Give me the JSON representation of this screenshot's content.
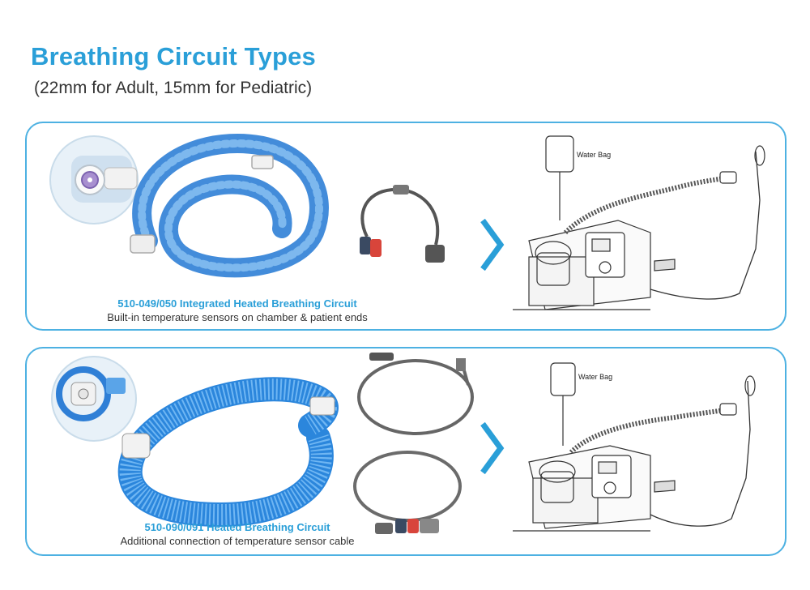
{
  "header": {
    "title": "Breathing Circuit Types",
    "subtitle": "(22mm for Adult, 15mm for Pediatric)"
  },
  "panels": [
    {
      "product_title": "510-049/050  Integrated Heated Breathing Circuit",
      "product_desc": "Built-in temperature sensors on chamber & patient ends",
      "water_bag_label": "Water Bag"
    },
    {
      "product_title": "510-090/091 Heated Breathing Circuit",
      "product_desc": "Additional connection of temperature sensor cable",
      "water_bag_label": "Water Bag"
    }
  ],
  "colors": {
    "accent": "#2a9fd8",
    "border": "#4db1e2",
    "tube_blue": "#3d8fe0",
    "cable_gray": "#555555",
    "connector_red": "#d8453b"
  },
  "icons": [
    "chevron-right-icon",
    "zoom-connector-icon",
    "humidifier-icon",
    "water-bag-icon"
  ]
}
